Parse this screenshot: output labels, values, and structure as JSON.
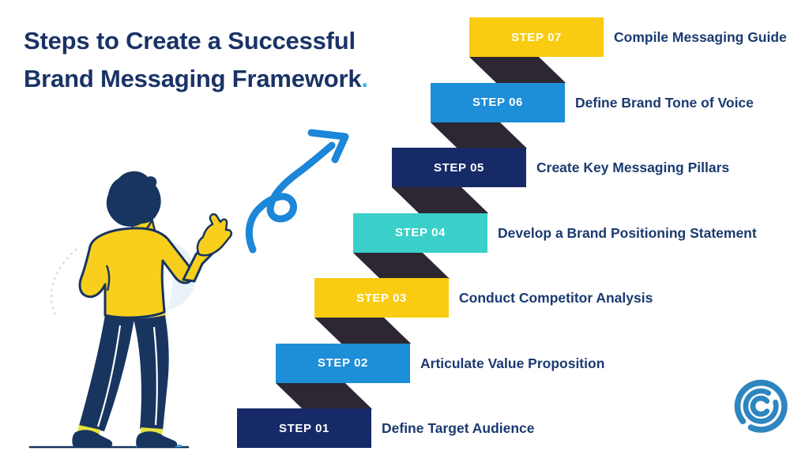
{
  "title": {
    "line1": "Steps to Create a Successful",
    "line2": "Brand Messaging Framework",
    "period": "."
  },
  "steps": [
    {
      "step_label": "STEP 01",
      "label": "Define Target Audience",
      "color": "#172a68"
    },
    {
      "step_label": "STEP 02",
      "label": "Articulate Value Proposition",
      "color": "#1d8ed8"
    },
    {
      "step_label": "STEP 03",
      "label": "Conduct Competitor Analysis",
      "color": "#f9cc12"
    },
    {
      "step_label": "STEP 04",
      "label": "Develop a Brand Positioning Statement",
      "color": "#3bcfca"
    },
    {
      "step_label": "STEP 05",
      "label": "Create Key Messaging Pillars",
      "color": "#172a68"
    },
    {
      "step_label": "STEP 06",
      "label": "Define Brand Tone of Voice",
      "color": "#1d8ed8"
    },
    {
      "step_label": "STEP 07",
      "label": "Compile Messaging Guide",
      "color": "#f9cc12"
    }
  ],
  "colors": {
    "title_navy": "#1a3366",
    "accent_cyan": "#2cb9dd",
    "connector_dark": "#2d2732",
    "side_label_navy": "#1b3a70",
    "arrow_blue": "#1c86d8",
    "logo_blue": "#2e86c0",
    "illustration_navy": "#17355f",
    "illustration_yellow": "#f7cf1c"
  },
  "icons": {
    "logo": "swirl-crescent-logo",
    "arrow": "hand-drawn-curved-arrow",
    "person": "man-presenting-illustration"
  }
}
